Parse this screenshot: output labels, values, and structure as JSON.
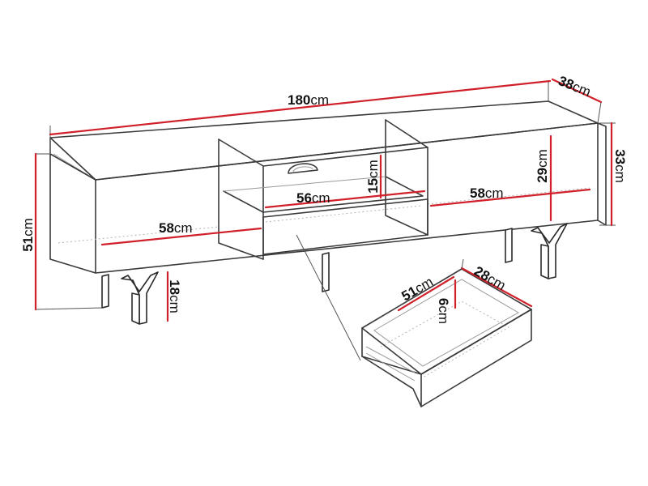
{
  "colors": {
    "outline": "#3a3a3a",
    "dimension": "#d0202a",
    "text": "#111111",
    "background": "#ffffff"
  },
  "labels": {
    "width": {
      "value": "180",
      "unit": "cm"
    },
    "depth": {
      "value": "38",
      "unit": "cm"
    },
    "height_total": {
      "value": "51",
      "unit": "cm"
    },
    "height_body": {
      "value": "33",
      "unit": "cm"
    },
    "leg_height": {
      "value": "18",
      "unit": "cm"
    },
    "left_compartment_width": {
      "value": "58",
      "unit": "cm"
    },
    "center_compartment_width": {
      "value": "56",
      "unit": "cm"
    },
    "center_shelf_height": {
      "value": "15",
      "unit": "cm"
    },
    "right_compartment_width": {
      "value": "58",
      "unit": "cm"
    },
    "right_compartment_height": {
      "value": "29",
      "unit": "cm"
    },
    "drawer_width": {
      "value": "51",
      "unit": "cm"
    },
    "drawer_depth": {
      "value": "28",
      "unit": "cm"
    },
    "drawer_height": {
      "value": "6",
      "unit": "cm"
    }
  }
}
